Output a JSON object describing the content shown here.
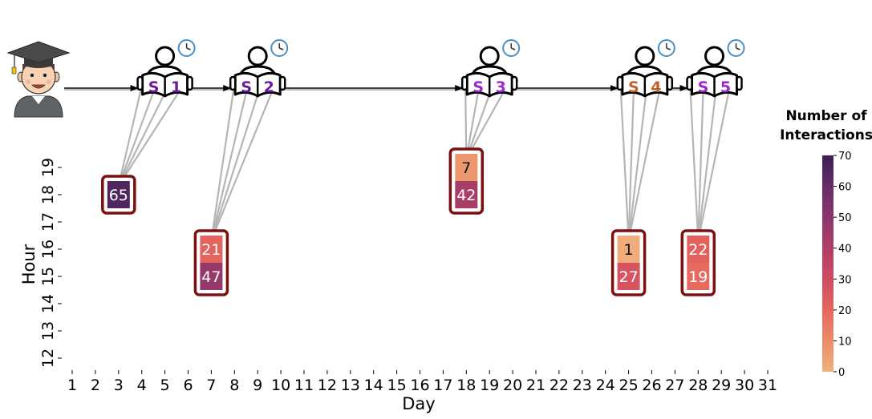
{
  "chart_data": {
    "type": "heatmap",
    "xlabel": "Day",
    "ylabel": "Hour",
    "x_ticks": [
      "1",
      "2",
      "3",
      "4",
      "5",
      "6",
      "7",
      "8",
      "9",
      "10",
      "11",
      "12",
      "13",
      "14",
      "15",
      "16",
      "17",
      "18",
      "19",
      "20",
      "21",
      "22",
      "23",
      "24",
      "25",
      "26",
      "27",
      "28",
      "29",
      "30",
      "31"
    ],
    "y_ticks": [
      "12",
      "13",
      "14",
      "15",
      "16",
      "17",
      "18",
      "19"
    ],
    "cells": [
      {
        "day": 3,
        "hour": 18,
        "value": 65,
        "label": "65"
      },
      {
        "day": 7,
        "hour": 16,
        "value": 21,
        "label": "21"
      },
      {
        "day": 7,
        "hour": 15,
        "value": 47,
        "label": "47"
      },
      {
        "day": 18,
        "hour": 19,
        "value": 7,
        "label": "7"
      },
      {
        "day": 18,
        "hour": 18,
        "value": 42,
        "label": "42"
      },
      {
        "day": 25,
        "hour": 16,
        "value": 1,
        "label": "1"
      },
      {
        "day": 25,
        "hour": 15,
        "value": 27,
        "label": "27"
      },
      {
        "day": 28,
        "hour": 16,
        "value": 22,
        "label": "22"
      },
      {
        "day": 28,
        "hour": 15,
        "value": 19,
        "label": "19"
      }
    ],
    "sessions": [
      {
        "letter": "S",
        "number": "1",
        "day": 5,
        "color": "#6a1b9a",
        "cells": [
          0
        ]
      },
      {
        "letter": "S",
        "number": "2",
        "day": 9,
        "color": "#6a1b9a",
        "cells": [
          1,
          2
        ]
      },
      {
        "letter": "S",
        "number": "3",
        "day": 19,
        "color": "#9c27d0",
        "cells": [
          3,
          4
        ]
      },
      {
        "letter": "S",
        "number": "4",
        "day": 25.7,
        "color": "#c0622a",
        "cells": [
          5,
          6
        ]
      },
      {
        "letter": "S",
        "number": "5",
        "day": 28.7,
        "color": "#9c27d0",
        "cells": [
          7,
          8
        ]
      }
    ],
    "colorbar": {
      "title_lines": [
        "Number of",
        "Interactions"
      ],
      "range": [
        0,
        70
      ],
      "ticks": [
        "0",
        "10",
        "20",
        "30",
        "40",
        "50",
        "60",
        "70"
      ],
      "colors": [
        "#f0b07c",
        "#eb8c68",
        "#e5665f",
        "#cf4b61",
        "#b03f66",
        "#8c356d",
        "#652d69",
        "#3c1f55"
      ]
    },
    "highlight_color": "#7a1010",
    "arrow_color": "#000000",
    "link_color": "#b5b5b5",
    "icons": [
      "graduate-student-icon",
      "reading-person-icon",
      "clock-icon"
    ]
  }
}
